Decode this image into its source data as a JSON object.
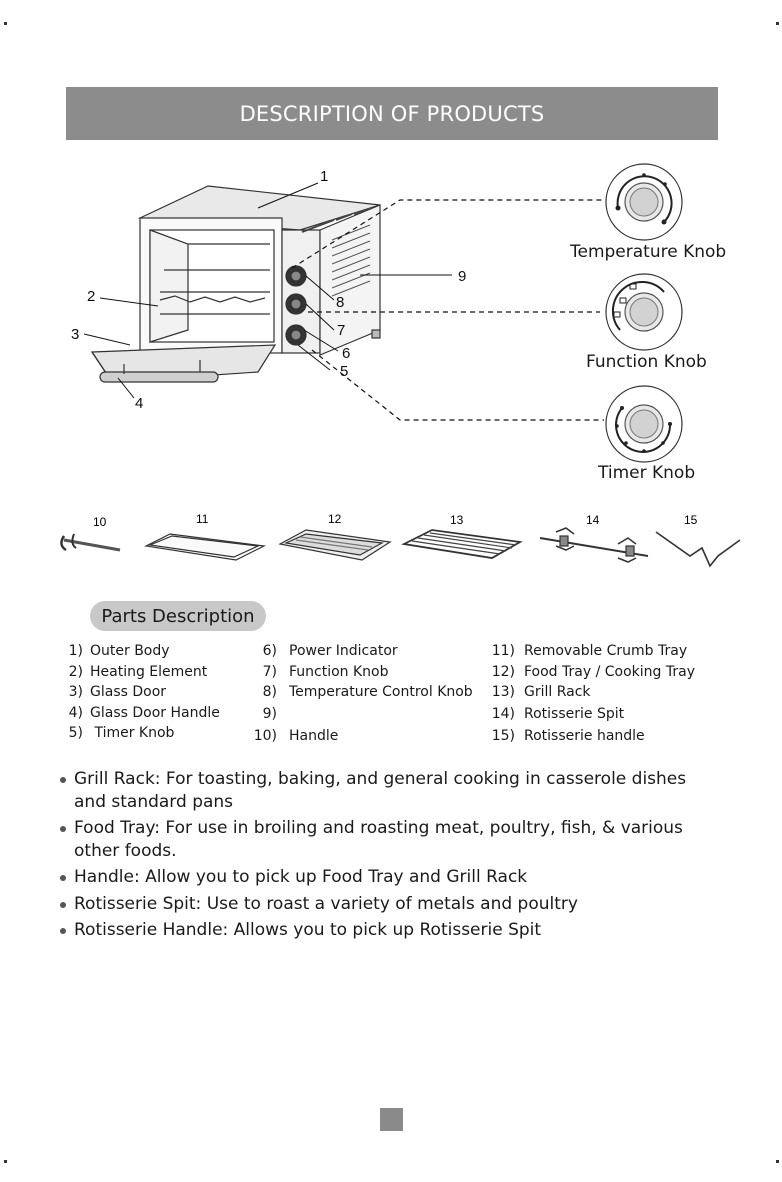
{
  "header": {
    "title": "DESCRIPTION OF PRODUCTS"
  },
  "diagram": {
    "callouts": [
      "1",
      "2",
      "3",
      "4",
      "5",
      "6",
      "7",
      "8",
      "9"
    ],
    "knobs": {
      "temperature": "Temperature Knob",
      "function": "Function Knob",
      "timer": "Timer Knob"
    }
  },
  "accessories": [
    "10",
    "11",
    "12",
    "13",
    "14",
    "15"
  ],
  "parts": {
    "title": "Parts Description",
    "col1": [
      {
        "n": "1)",
        "label": "Outer Body"
      },
      {
        "n": "2)",
        "label": "Heating Element"
      },
      {
        "n": "3)",
        "label": "Glass Door"
      },
      {
        "n": "4)",
        "label": "Glass Door Handle"
      },
      {
        "n": "5)",
        "label": " Timer Knob"
      }
    ],
    "col2": [
      {
        "n": "6)",
        "label": "Power Indicator"
      },
      {
        "n": "7)",
        "label": "Function Knob"
      },
      {
        "n": "8)",
        "label": "Temperature Control Knob"
      },
      {
        "n": "9)",
        "label": ""
      },
      {
        "n": "10)",
        "label": "Handle"
      }
    ],
    "col3": [
      {
        "n": "11)",
        "label": "Removable Crumb Tray"
      },
      {
        "n": "12)",
        "label": "Food Tray / Cooking Tray"
      },
      {
        "n": "13)",
        "label": "Grill Rack"
      },
      {
        "n": "14)",
        "label": "Rotisserie Spit"
      },
      {
        "n": "15)",
        "label": "Rotisserie handle"
      }
    ]
  },
  "bullets": [
    "Grill Rack: For toasting, baking, and general cooking in casserole dishes and standard pans",
    "Food Tray: For use in broiling and roasting meat, poultry, fish, & various other foods.",
    "Handle: Allow you to pick up Food Tray and Grill Rack",
    "Rotisserie Spit: Use to roast a variety of metals and poultry",
    "Rotisserie Handle: Allows you to pick up Rotisserie Spit"
  ]
}
